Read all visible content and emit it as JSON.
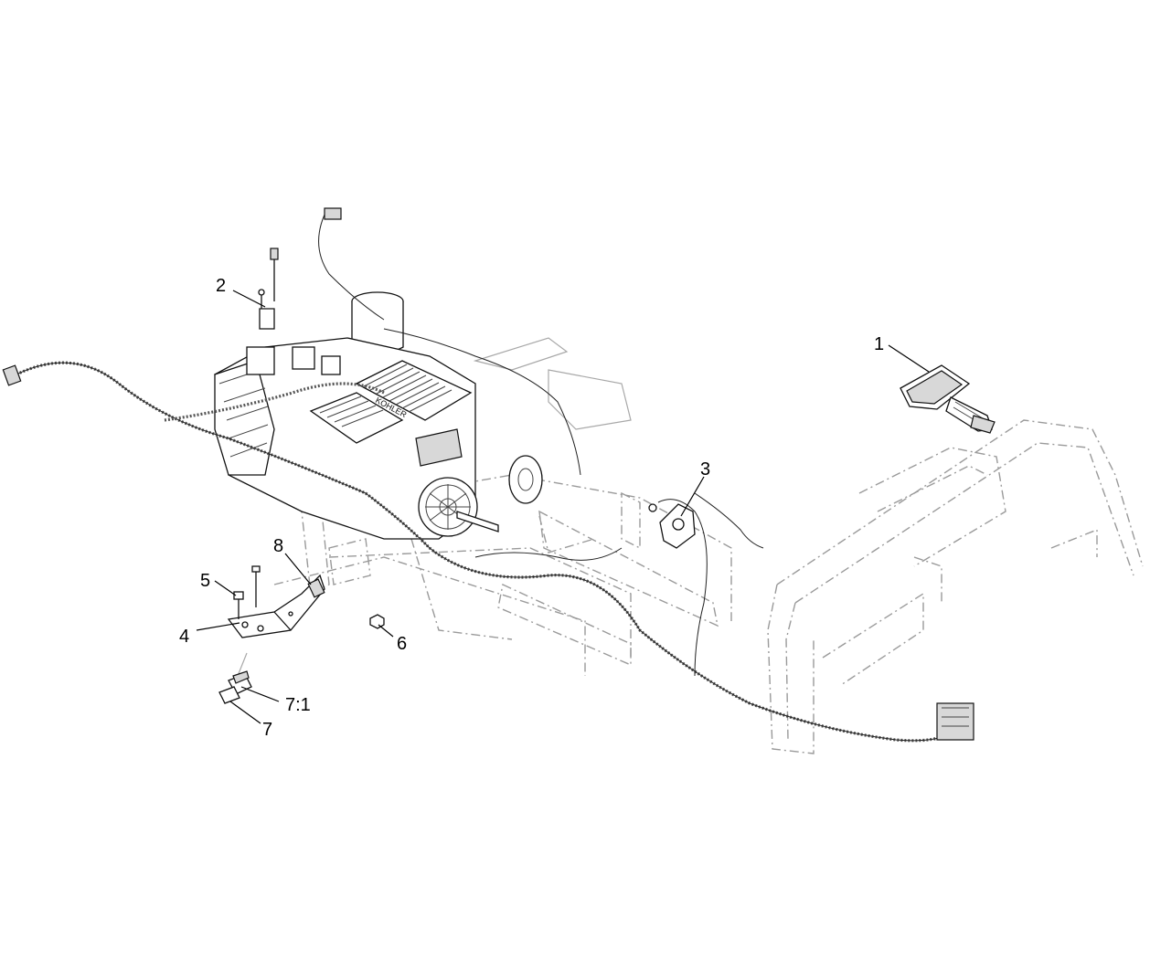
{
  "callouts": {
    "c1": "1",
    "c2": "2",
    "c3": "3",
    "c4": "4",
    "c5": "5",
    "c6": "6",
    "c7": "7",
    "c7_1": "7:1",
    "c8": "8"
  },
  "engine_brand_text": "KOHLER",
  "colors": {
    "ink": "#000000",
    "ghost": "#9a9a9a",
    "background": "#ffffff"
  }
}
